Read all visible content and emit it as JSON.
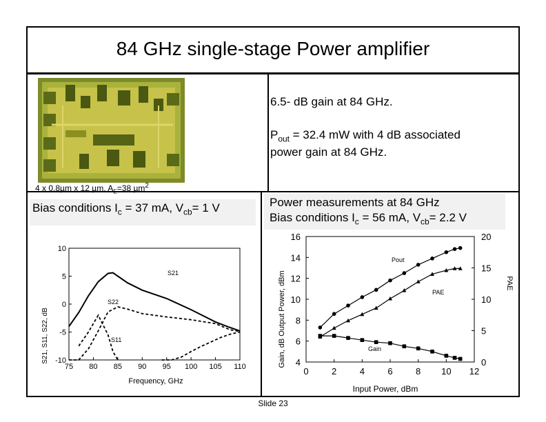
{
  "title": "84 GHz single-stage Power amplifier",
  "chip_caption": "4 x 0.8µm x 12 µm, A",
  "chip_caption_sub": "E",
  "chip_caption_tail": "=38 µm",
  "chip_caption_sup": "2",
  "bullets": {
    "gain": "6.5- dB gain at 84 GHz.",
    "pout_prefix": "P",
    "pout_sub": "out",
    "pout_line1": " = 32.4 mW with 4 dB associated",
    "pout_line2": "power gain at 84 GHz."
  },
  "bias_left": {
    "prefix": "Bias conditions I",
    "ic_sub": "c",
    "mid": " = 37 mA, V",
    "vcb_sub": "cb",
    "tail": "= 1 V"
  },
  "power_meas": {
    "line1": "Power measurements at 84 GHz",
    "prefix": "Bias conditions I",
    "ic_sub": "c",
    "mid": " = 56 mA, V",
    "vcb_sub": "cb",
    "tail": "= 2.2 V"
  },
  "slide_label": "Slide 23",
  "chart_data": [
    {
      "type": "line",
      "xlabel": "Frequency, GHz",
      "ylabel": "S21, S11, S22, dB",
      "xlim": [
        75,
        110
      ],
      "ylim": [
        -10,
        10
      ],
      "xticks": [
        75,
        80,
        85,
        90,
        95,
        100,
        105,
        110
      ],
      "yticks": [
        10,
        5,
        0,
        -5,
        -10
      ],
      "series": [
        {
          "name": "S21",
          "style": "solid",
          "x": [
            75,
            77,
            79,
            81,
            83,
            84,
            85,
            87,
            90,
            95,
            100,
            105,
            108,
            110
          ],
          "y": [
            -4.0,
            -1.5,
            1.5,
            4.0,
            5.5,
            5.6,
            5.0,
            3.8,
            2.5,
            1.0,
            -1.0,
            -3.2,
            -4.2,
            -4.8
          ]
        },
        {
          "name": "S22",
          "style": "dashed",
          "x": [
            75,
            77,
            79,
            81,
            83,
            85,
            87,
            90,
            95,
            100,
            105,
            108,
            110
          ],
          "y": [
            -13.5,
            -11.0,
            -8.0,
            -4.8,
            -1.4,
            -0.5,
            -0.9,
            -1.7,
            -2.3,
            -2.8,
            -3.5,
            -4.6,
            -4.9
          ]
        },
        {
          "name": "S11",
          "style": "dashed",
          "x": [
            77,
            79,
            81,
            83,
            84,
            85
          ],
          "y": [
            -7.5,
            -5.0,
            -2.0,
            -5.5,
            -8.5,
            -11.5
          ]
        },
        {
          "name": "S11",
          "style": "dashed",
          "x": [
            94,
            96,
            98,
            100,
            102,
            104,
            106,
            108,
            110
          ],
          "y": [
            -11.0,
            -10.5,
            -9.5,
            -8.5,
            -7.6,
            -6.8,
            -6.0,
            -5.4,
            -5.0
          ]
        }
      ],
      "annotations": [
        "S21",
        "S22",
        "S11"
      ]
    },
    {
      "type": "line",
      "xlabel": "Input Power, dBm",
      "ylabel_left": "Gain, dB  Output Power, dBm",
      "ylabel_right": "PAE",
      "xlim": [
        0,
        12
      ],
      "ylim_left": [
        4,
        16
      ],
      "ylim_right": [
        0,
        20
      ],
      "xticks": [
        0,
        2,
        4,
        6,
        8,
        10,
        12
      ],
      "yticks_left": [
        16,
        14,
        12,
        10,
        8,
        6,
        4
      ],
      "yticks_right": [
        20,
        15,
        10,
        5,
        0
      ],
      "series": [
        {
          "name": "Pout",
          "axis": "left",
          "marker": "circle",
          "x": [
            1,
            2,
            3,
            4,
            5,
            6,
            7,
            8,
            9,
            10,
            10.6,
            11
          ],
          "y": [
            7.3,
            8.6,
            9.4,
            10.2,
            10.9,
            11.8,
            12.5,
            13.3,
            13.9,
            14.5,
            14.8,
            14.9
          ]
        },
        {
          "name": "PAE",
          "axis": "right",
          "marker": "triangle",
          "x": [
            1,
            2,
            3,
            4,
            5,
            6,
            7,
            8,
            9,
            10,
            10.6,
            11
          ],
          "y": [
            4.0,
            5.4,
            6.6,
            7.6,
            8.6,
            10.1,
            11.4,
            12.8,
            14.0,
            14.6,
            14.9,
            14.9
          ]
        },
        {
          "name": "Gain",
          "axis": "left",
          "marker": "square",
          "x": [
            1,
            2,
            3,
            4,
            5,
            6,
            7,
            8,
            9,
            10,
            10.6,
            11
          ],
          "y": [
            6.5,
            6.5,
            6.3,
            6.1,
            5.9,
            5.8,
            5.5,
            5.3,
            5.0,
            4.6,
            4.4,
            4.3
          ]
        }
      ],
      "annotations": [
        "Pout",
        "PAE",
        "Gain"
      ]
    }
  ]
}
